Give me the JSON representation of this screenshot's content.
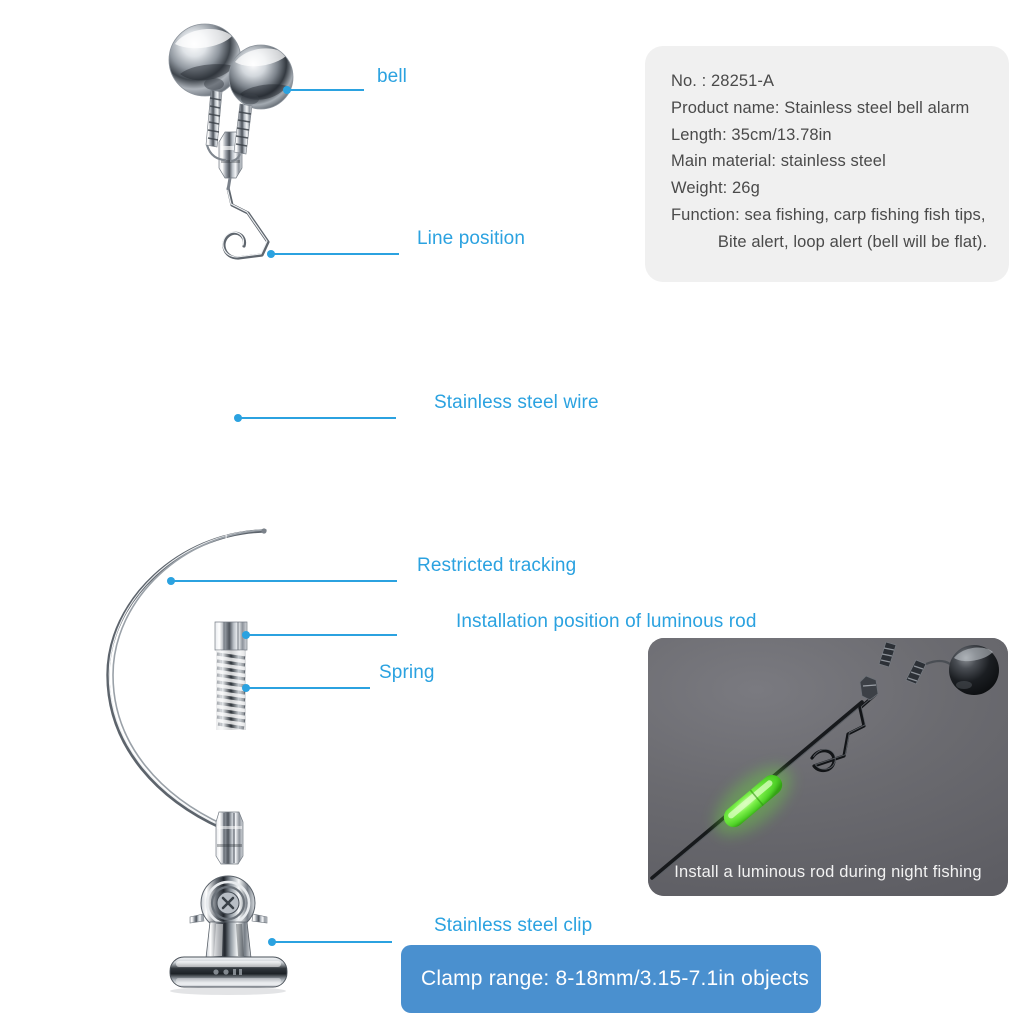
{
  "spec_panel": {
    "lines": [
      "No. : 28251-A",
      "Product name: Stainless steel bell alarm",
      "Length: 35cm/13.78in",
      "Main material: stainless steel",
      "Weight: 26g",
      "Function: sea fishing, carp fishing fish tips,",
      "          Bite alert, loop alert (bell will be flat)."
    ]
  },
  "callouts": [
    {
      "id": "bell",
      "label": "bell"
    },
    {
      "id": "line-position",
      "label": "Line position"
    },
    {
      "id": "stainless-wire",
      "label": "Stainless steel wire"
    },
    {
      "id": "restricted",
      "label": "Restricted tracking"
    },
    {
      "id": "luminous-rod",
      "label": "Installation position of luminous rod"
    },
    {
      "id": "spring",
      "label": "Spring"
    },
    {
      "id": "steel-clip",
      "label": "Stainless steel clip"
    }
  ],
  "inset": {
    "caption": "Install a luminous rod during night fishing"
  },
  "banner": {
    "text": "Clamp range: 8-18mm/3.15-7.1in objects"
  },
  "colors": {
    "accent_blue": "#2ba2e0",
    "banner_blue": "#4a90cf",
    "panel_gray": "#f0f0f0",
    "spec_text": "#4a4a4a",
    "inset_gray": "#6e6e73",
    "glow_green": "#5ce83a",
    "background": "#ffffff"
  }
}
